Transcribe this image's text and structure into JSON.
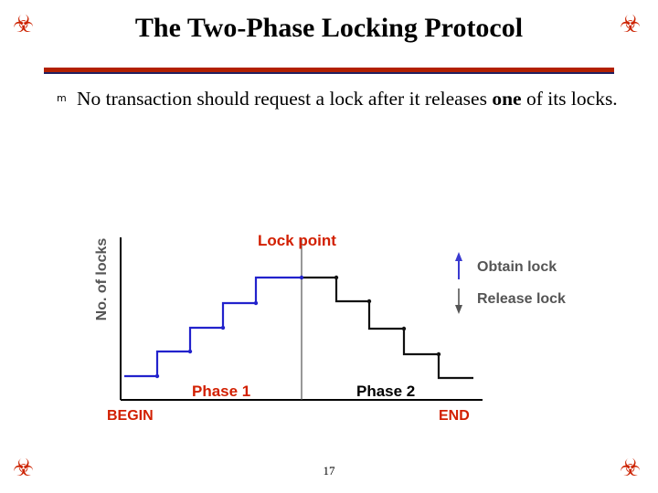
{
  "slide": {
    "title": "The Two-Phase Locking Protocol",
    "page_number": "17",
    "corner_glyphs": {
      "top_left": "☣",
      "top_right": "☣",
      "bottom_left": "☣",
      "bottom_right": "☣"
    },
    "accent_color": "#b22000",
    "bullets": [
      {
        "marker": "m",
        "text_part1": "No transaction should request a lock after it releases ",
        "text_bold": "one",
        "text_part2": " of its locks."
      }
    ],
    "figure": {
      "title_label": "Lock point",
      "y_axis_label": "No. of locks",
      "phase1_label": "Phase 1",
      "phase2_label": "Phase 2",
      "begin_label": "BEGIN",
      "end_label": "END",
      "legend": [
        {
          "icon": "up-arrow-icon",
          "label": "Obtain lock",
          "color": "#3a3ad0"
        },
        {
          "icon": "down-arrow-icon",
          "label": "Release lock",
          "color": "#555555"
        }
      ],
      "growing_phase_color": "#2222cc",
      "shrinking_phase_color": "#111111",
      "axis_color": "#000000"
    }
  }
}
